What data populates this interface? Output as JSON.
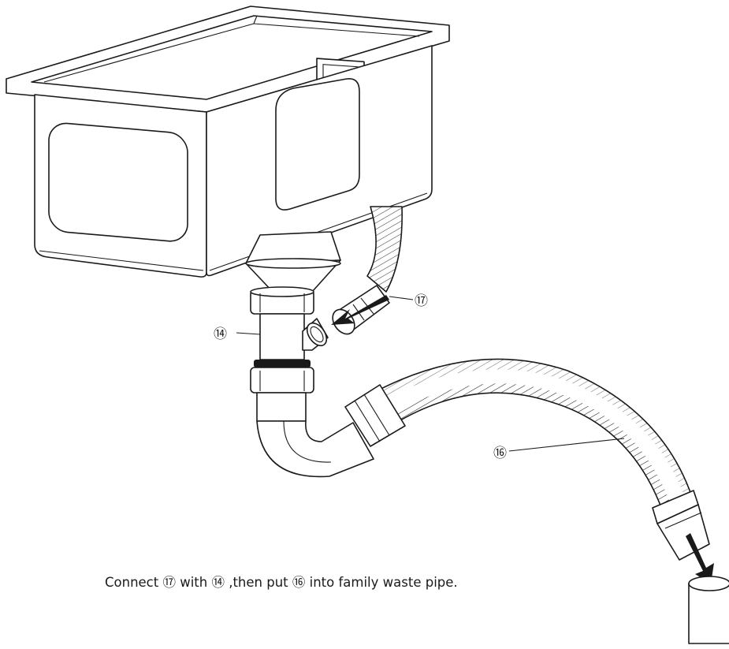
{
  "callouts": {
    "c17": "⑰",
    "c14": "⑭",
    "c16": "⑯"
  },
  "caption": "Connect ⑰ with ⑭ ,then put ⑯ into family waste pipe.",
  "colors": {
    "line": "#1a1a1a",
    "background": "#ffffff"
  }
}
